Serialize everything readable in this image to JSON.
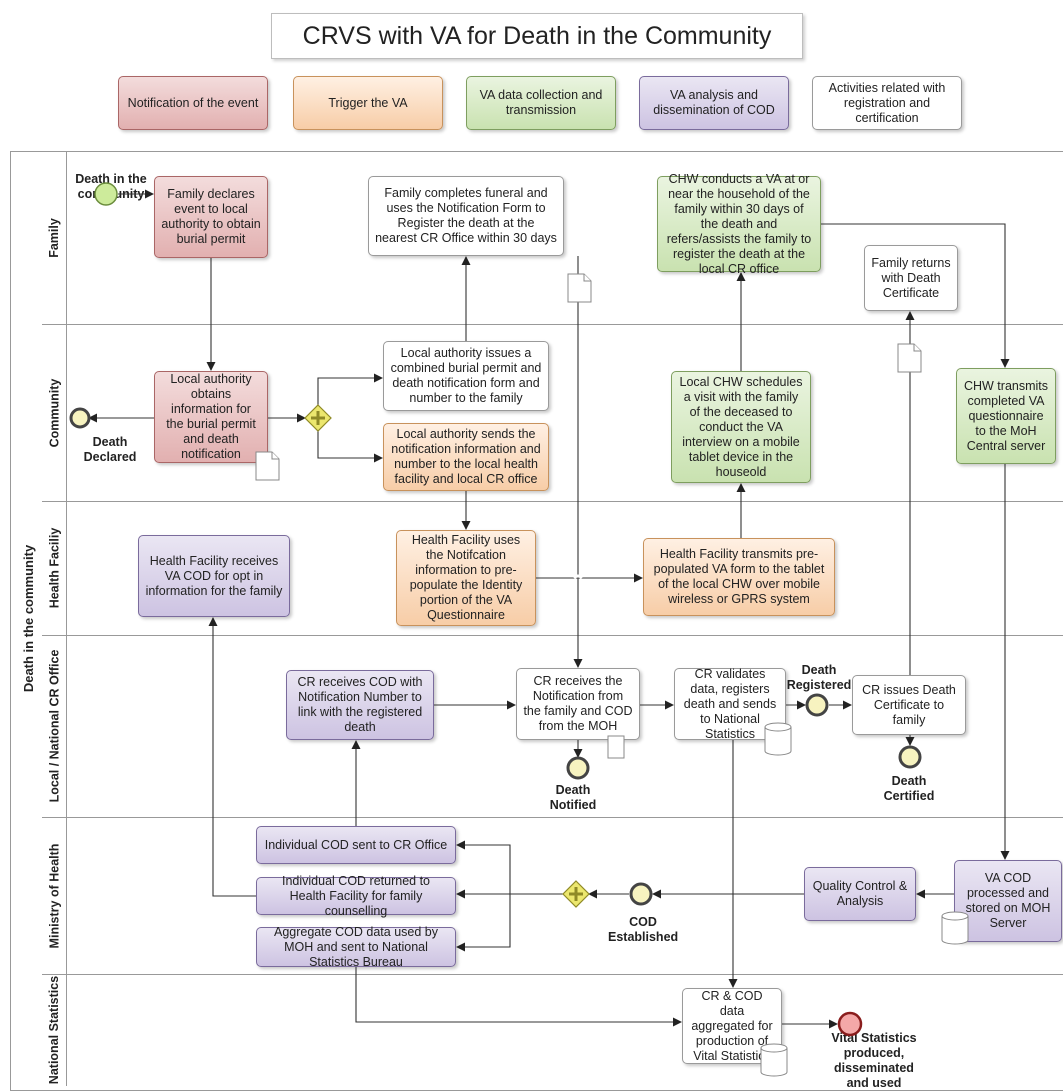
{
  "title": "CRVS with VA for Death in the Community",
  "legend": [
    "Notification of the event",
    "Trigger the VA",
    "VA data collection and transmission",
    "VA analysis and dissemination of COD",
    "Activities related with registration and certification"
  ],
  "pool": "Death in the community",
  "lanes": [
    "Family",
    "Community",
    "Health Faciliy",
    "Local / National CR Office",
    "Ministry of Health",
    "National Statistics"
  ],
  "colors": {
    "red": "#e2b0b0",
    "orange": "#f7cda7",
    "green": "#c9e2b0",
    "purple": "#cdc3e2",
    "gateway": "#e8e36a"
  },
  "events": {
    "start": "Death in the community",
    "death_declared": "Death Declared",
    "death_registered": "Death Registered",
    "death_notified": "Death Notified",
    "death_certified": "Death Certified",
    "cod_established": "COD Established",
    "end": "Vital Statistics produced, disseminated and used"
  },
  "tasks": {
    "family_declares": "Family declares event to local authority to obtain burial permit",
    "family_funeral": "Family completes funeral and uses the Notification Form to Register the death at the  nearest CR Office within 30 days",
    "chw_conducts": "CHW conducts a VA at or near the household of the family within 30 days of the death and refers/assists the  family to register the death at the local CR office",
    "family_returns": "Family returns with Death Certificate",
    "local_obtains": "Local authority obtains information for the burial permit and death notification",
    "local_issues": "Local authority issues a combined burial permit and death notification form  and number to the family",
    "local_sends": "Local authority sends the notification information and number to the local health facility and local CR office",
    "chw_schedules": "Local CHW schedules a visit with the family of the deceased to conduct the VA interview on a mobile tablet device in the houseold",
    "chw_transmits": "CHW transmits completed VA questionnaire to the  MoH Central server",
    "hf_receives": "Health Facility receives VA COD for opt in information for the family",
    "hf_uses": "Health Facility uses the Notifcation information to pre-populate the Identity portion of the VA Questionnaire",
    "hf_transmits": "Health Facility transmits pre-populated VA form to the tablet of the local CHW over mobile wireless or GPRS system",
    "cr_receives_cod": "CR receives COD with Notification Number to link with the registered death",
    "cr_receives_notif": "CR receives the Notification from the family and COD from the MOH",
    "cr_validates": "CR validates data, registers death and sends to National Statistics",
    "cr_issues": "CR issues Death Certificate to family",
    "ind_cod_cr": "Individual COD sent to CR Office",
    "ind_cod_hf": "Individual COD returned to Health Facility for family counselling",
    "agg_cod": "Aggregate COD data used by MOH and sent to National Statistics Bureau",
    "quality": "Quality Control & Analysis",
    "va_cod": "VA COD processed and stored on MOH Server",
    "cr_cod_agg": "CR & COD data aggregated for production of Vital Statistics"
  }
}
